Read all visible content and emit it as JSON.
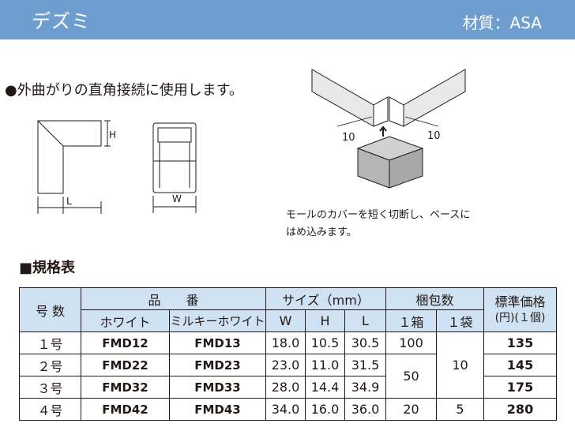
{
  "header": {
    "title": "デズミ",
    "material": "材質：ASA"
  },
  "description": "●外曲がりの直角接続に使用します。",
  "diagram": {
    "dim_h": "H",
    "dim_l": "L",
    "dim_w": "W",
    "cut_left": "10",
    "cut_right": "10"
  },
  "caption": {
    "line1": "モールのカバーを短く切断し、ベースに",
    "line2": "はめ込みます。"
  },
  "section_title": "■規格表",
  "table": {
    "headers": {
      "number": "号 数",
      "product": "品　　番",
      "white": "ホワイト",
      "milky": "ミルキーホワイト",
      "size": "サイズ（mm）",
      "w": "W",
      "h": "H",
      "l": "L",
      "packing": "梱包数",
      "box": "１箱",
      "bag": "１袋",
      "price_line1": "標準価格",
      "price_line2": "(円)(１個)"
    },
    "rows": [
      {
        "number": "１号",
        "white": "FMD12",
        "milky": "FMD13",
        "w": "18.0",
        "h": "10.5",
        "l": "30.5",
        "price": "135"
      },
      {
        "number": "２号",
        "white": "FMD22",
        "milky": "FMD23",
        "w": "23.0",
        "h": "11.0",
        "l": "31.5",
        "price": "145"
      },
      {
        "number": "３号",
        "white": "FMD32",
        "milky": "FMD33",
        "w": "28.0",
        "h": "14.4",
        "l": "34.9",
        "price": "175"
      },
      {
        "number": "４号",
        "white": "FMD42",
        "milky": "FMD43",
        "w": "34.0",
        "h": "16.0",
        "l": "36.0",
        "price": "280"
      }
    ],
    "box_row1": "100",
    "box_rows23": "50",
    "box_row4": "20",
    "bag_rows123": "10",
    "bag_row4": "5"
  }
}
